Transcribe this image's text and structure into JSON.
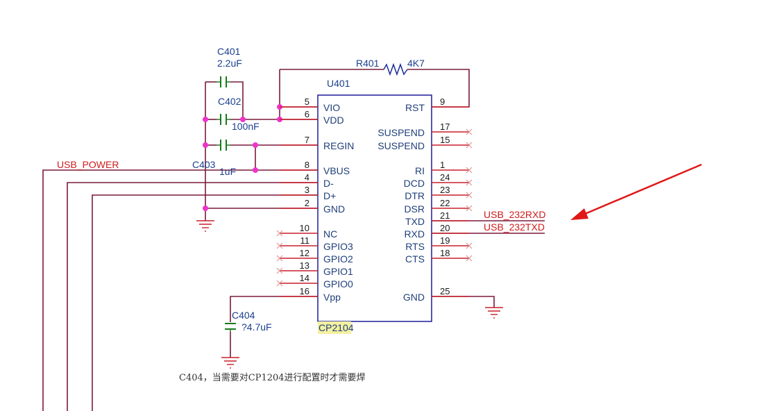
{
  "components": {
    "c401": {
      "ref": "C401",
      "value": "2.2uF"
    },
    "c402": {
      "ref": "C402",
      "value": "100nF"
    },
    "c403": {
      "ref": "C403",
      "value": "1uF"
    },
    "c404": {
      "ref": "C404",
      "value": "?4.7uF"
    },
    "r401": {
      "ref": "R401",
      "value": "4K7"
    },
    "u401": {
      "ref": "U401",
      "part": "CP2104"
    }
  },
  "nets": {
    "usb_power": "USB_POWER",
    "usb_232rxd": "USB_232RXD",
    "usb_232txd": "USB_232TXD"
  },
  "left_pins": [
    {
      "num": "5",
      "name": "VIO"
    },
    {
      "num": "6",
      "name": "VDD"
    },
    {
      "num": "7",
      "name": "REGIN"
    },
    {
      "num": "8",
      "name": "VBUS"
    },
    {
      "num": "4",
      "name": "D-"
    },
    {
      "num": "3",
      "name": "D+"
    },
    {
      "num": "2",
      "name": "GND"
    },
    {
      "num": "10",
      "name": "NC"
    },
    {
      "num": "11",
      "name": "GPIO3"
    },
    {
      "num": "12",
      "name": "GPIO2"
    },
    {
      "num": "13",
      "name": "GPIO1"
    },
    {
      "num": "14",
      "name": "GPIO0"
    },
    {
      "num": "16",
      "name": "Vpp"
    }
  ],
  "right_pins": [
    {
      "num": "9",
      "name": "RST"
    },
    {
      "num": "17",
      "name": "SUSPEND"
    },
    {
      "num": "15",
      "name": "SUSPEND"
    },
    {
      "num": "1",
      "name": "RI"
    },
    {
      "num": "24",
      "name": "DCD"
    },
    {
      "num": "23",
      "name": "DTR"
    },
    {
      "num": "22",
      "name": "DSR"
    },
    {
      "num": "21",
      "name": "TXD"
    },
    {
      "num": "20",
      "name": "RXD"
    },
    {
      "num": "19",
      "name": "RTS"
    },
    {
      "num": "18",
      "name": "CTS"
    },
    {
      "num": "25",
      "name": "GND"
    }
  ],
  "note": "C404，当需要对CP1204进行配置时才需要焊",
  "colors": {
    "wire": "#7a1a3a",
    "pin": "#c81e2a",
    "chip_border": "#2a2aa0",
    "junction": "#ee33cc",
    "arrow": "#e01818",
    "part_highlight": "#f3f0a0"
  }
}
